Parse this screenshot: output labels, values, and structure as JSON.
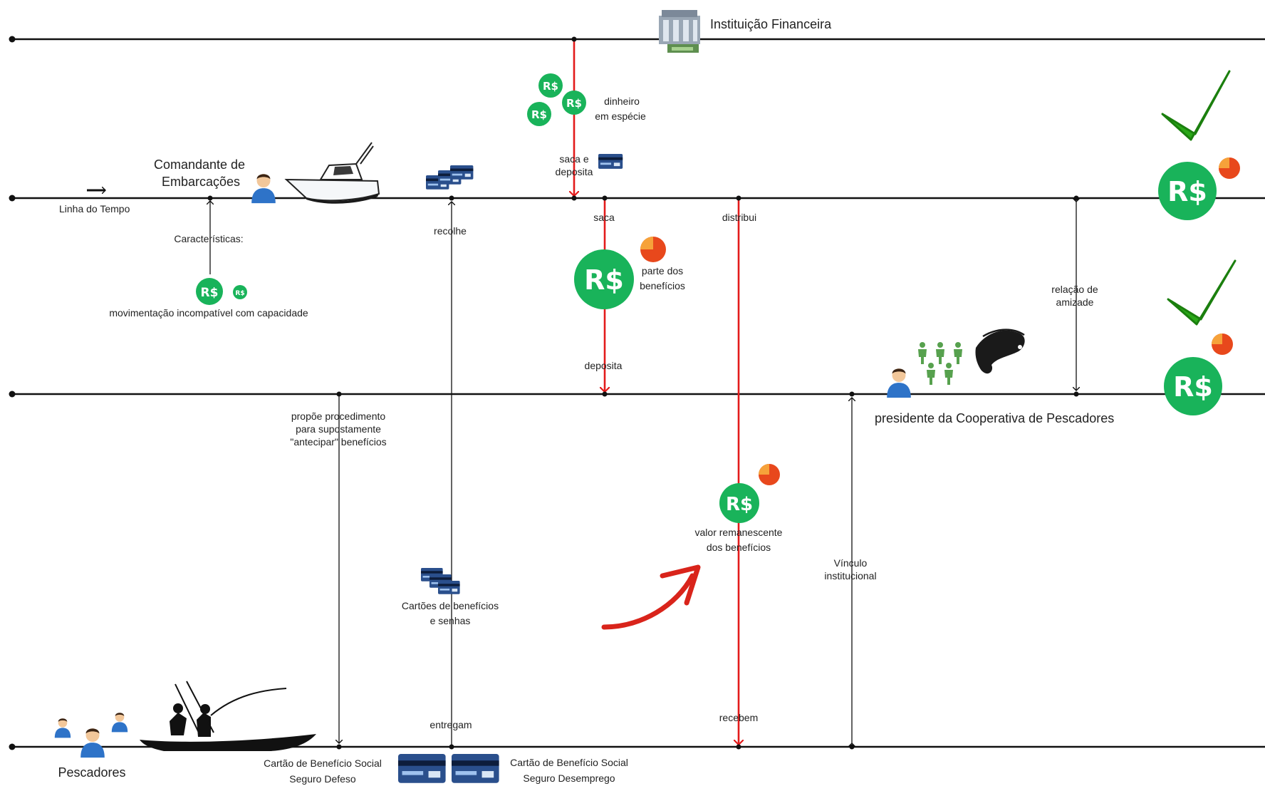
{
  "colors": {
    "line": "#111111",
    "red": "#e31b1b",
    "coin": "#19b35a",
    "pie": "#e8481c",
    "check": "#2aa818",
    "card": "#2a4f8c",
    "person": "#2e73c8"
  },
  "actors": {
    "bank": "Instituição Financeira",
    "commander_l1": "Comandante de",
    "commander_l2": "Embarcações",
    "president": "presidente da Cooperativa de Pescadores",
    "fishers": "Pescadores"
  },
  "timeline_label": "Linha do Tempo",
  "labels": {
    "characteristics": "Características:",
    "movement": "movimentação incompatível com capacidade",
    "cash_l1": "dinheiro",
    "cash_l2": "em espécie",
    "withdraw_deposit_l1": "saca e",
    "withdraw_deposit_l2": "deposita",
    "collects": "recolhe",
    "withdraws": "saca",
    "distributes": "distribui",
    "benefit_part_l1": "parte dos",
    "benefit_part_l2": "benefícios",
    "deposits": "deposita",
    "friendship_l1": "relação de",
    "friendship_l2": "amizade",
    "proposes_l1": "propõe procedimento",
    "proposes_l2": "para supostamente",
    "proposes_l3": "\"antecipar\" benefícios",
    "remaining_l1": "valor remanescente",
    "remaining_l2": "dos benefícios",
    "link_l1": "Vínculo",
    "link_l2": "institucional",
    "cards_l1": "Cartões de benefícios",
    "cards_l2": "e senhas",
    "deliver": "entregam",
    "receive": "recebem",
    "card1_l1": "Cartão de Benefício Social",
    "card1_l2": "Seguro Defeso",
    "card2_l1": "Cartão de Benefício Social",
    "card2_l2": "Seguro Desemprego"
  },
  "icons": {
    "currency": "R$",
    "coin": "real-coin-icon",
    "pie": "pie-chart-icon",
    "check": "checkmark-icon",
    "bank": "bank-building-icon",
    "boat": "speedboat-icon",
    "canoe": "fishing-canoe-icon",
    "card": "bank-card-icon",
    "person": "person-icon",
    "group": "group-icon",
    "fish": "fish-icon"
  }
}
